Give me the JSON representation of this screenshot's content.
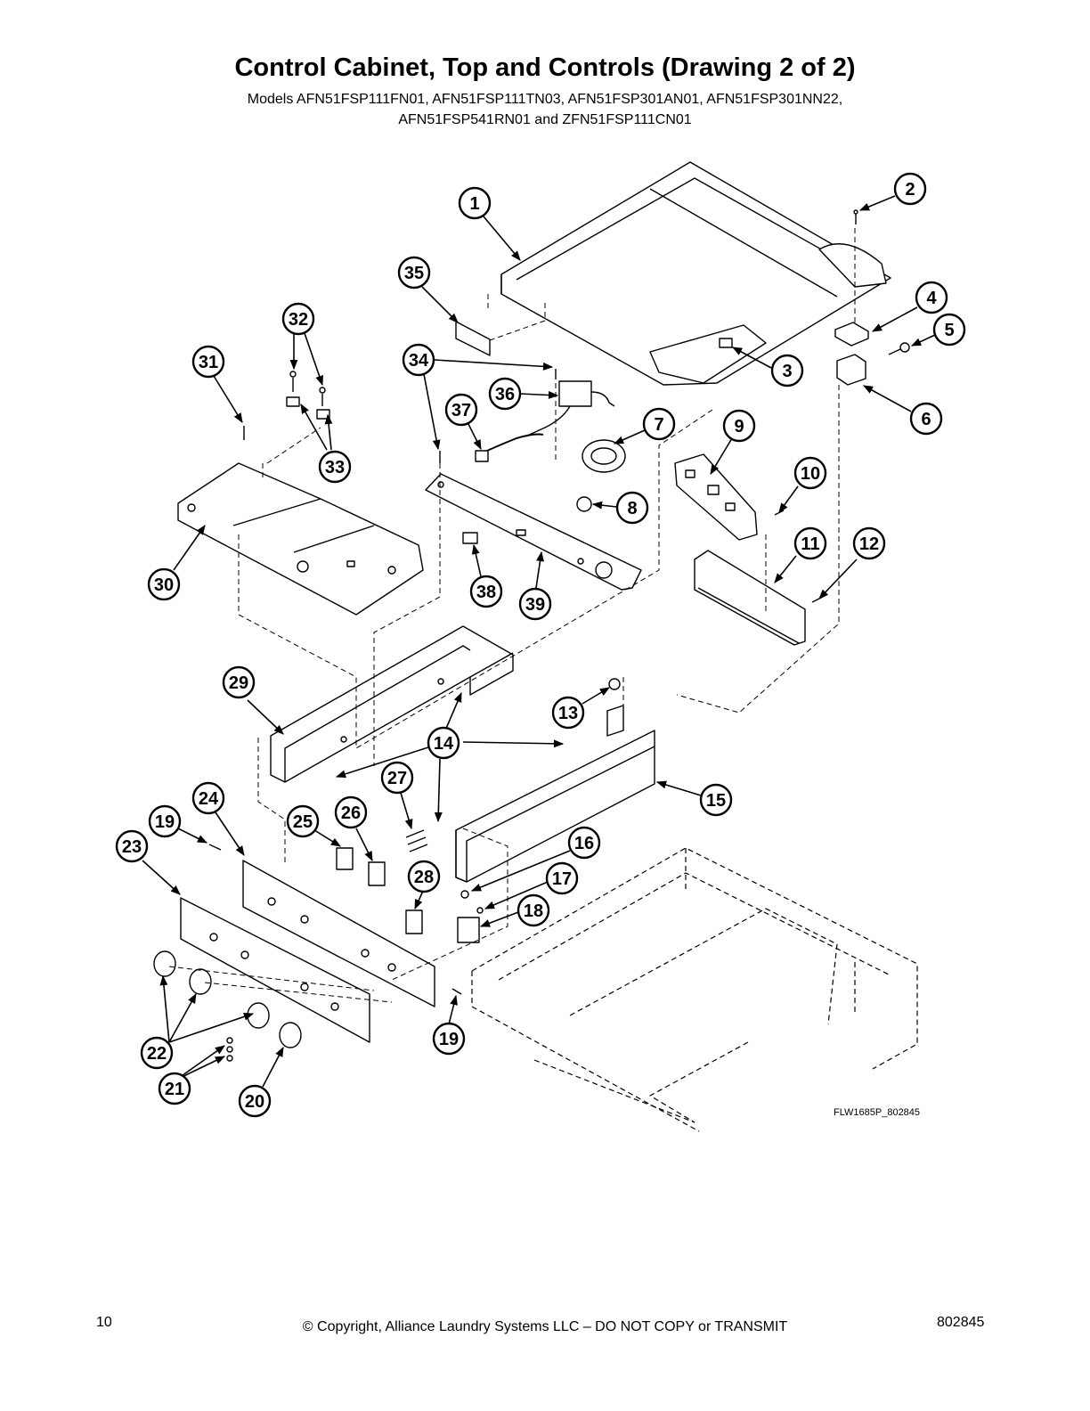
{
  "header": {
    "title": "Control Cabinet, Top and Controls (Drawing 2 of 2)",
    "models_line1": "Models AFN51FSP111FN01, AFN51FSP111TN03, AFN51FSP301AN01, AFN51FSP301NN22,",
    "models_line2": "AFN51FSP541RN01 and ZFN51FSP111CN01"
  },
  "diagram": {
    "drawing_id": "FLW1685P_802845",
    "callouts": [
      "1",
      "2",
      "3",
      "4",
      "5",
      "6",
      "7",
      "8",
      "9",
      "10",
      "11",
      "12",
      "13",
      "14",
      "15",
      "16",
      "17",
      "18",
      "19",
      "19",
      "20",
      "21",
      "22",
      "23",
      "24",
      "25",
      "26",
      "27",
      "28",
      "29",
      "30",
      "31",
      "32",
      "33",
      "34",
      "35",
      "36",
      "37",
      "38",
      "39"
    ]
  },
  "footer": {
    "page_number": "10",
    "copyright": "© Copyright, Alliance Laundry Systems LLC – DO NOT COPY or TRANSMIT",
    "doc_code": "802845"
  }
}
